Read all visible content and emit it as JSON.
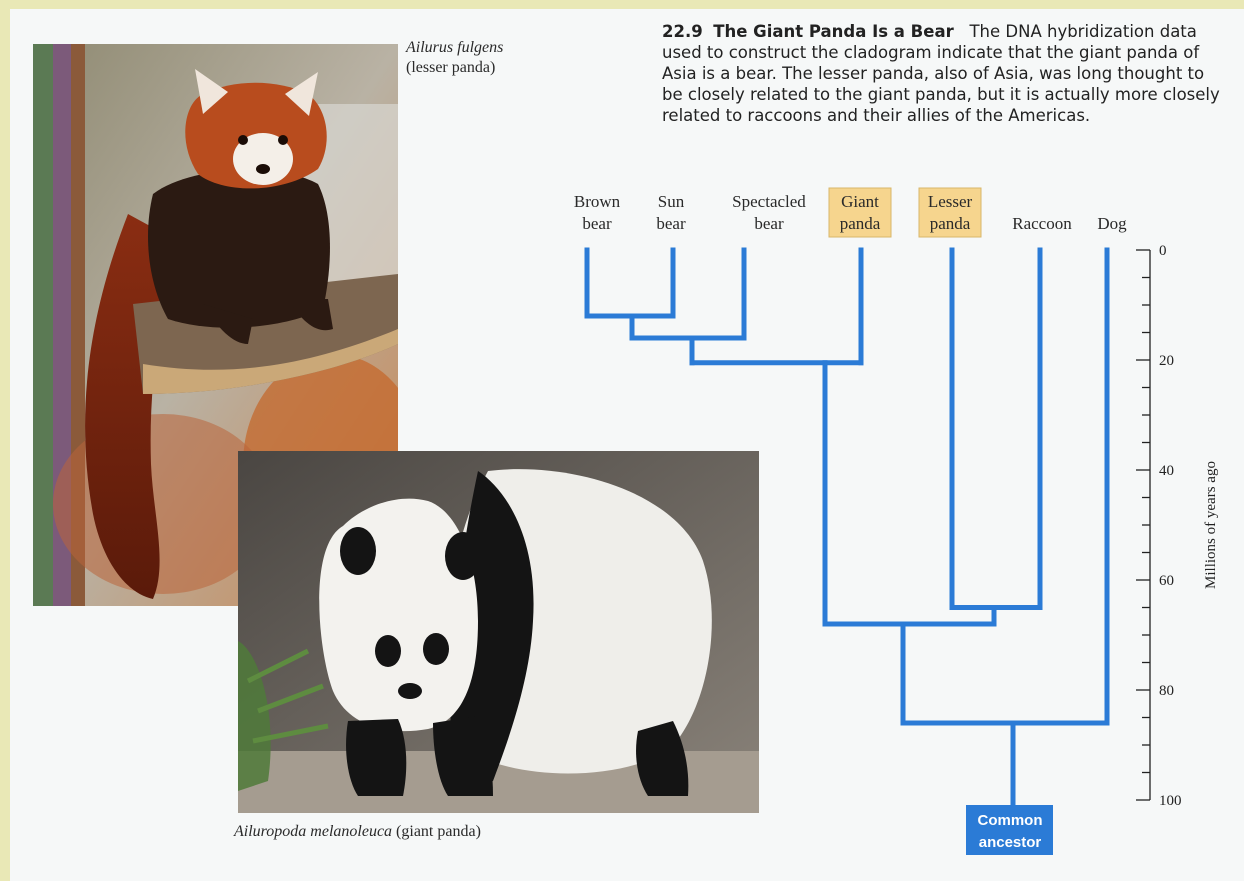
{
  "legend": {
    "fig_number": "22.9",
    "title": "The Giant Panda Is a Bear",
    "body": "The DNA hybridization data used to construct the cladogram indicate that the giant panda of Asia is a bear. The lesser panda, also of Asia, was long thought to be closely related to the giant panda, but it is actually more closely related to raccoons and their allies of the Americas."
  },
  "captions": {
    "lesser": {
      "scientific": "Ailurus fulgens",
      "common": "(lesser panda)"
    },
    "giant": {
      "scientific": "Ailuropoda melanoleuca",
      "common": "(giant panda)"
    }
  },
  "cladogram": {
    "taxa": [
      {
        "line1": "Brown",
        "line2": "bear",
        "highlight": false
      },
      {
        "line1": "Sun",
        "line2": "bear",
        "highlight": false
      },
      {
        "line1": "Spectacled",
        "line2": "bear",
        "highlight": false
      },
      {
        "line1": "Giant",
        "line2": "panda",
        "highlight": true
      },
      {
        "line1": "Lesser",
        "line2": "panda",
        "highlight": true
      },
      {
        "line1": "",
        "line2": "Raccoon",
        "highlight": false
      },
      {
        "line1": "",
        "line2": "Dog",
        "highlight": false
      }
    ],
    "nodes_mya": {
      "brown_sun": 12,
      "plus_spectacled": 16,
      "plus_giant_panda": 20.5,
      "lesser_raccoon": 65,
      "bears_procyonids": 68,
      "plus_dog": 86,
      "root": 100
    },
    "root_label": [
      "Common",
      "ancestor"
    ],
    "axis": {
      "title": "Millions of years ago",
      "ticks": [
        "0",
        "20",
        "40",
        "60",
        "80",
        "100"
      ],
      "range": [
        0,
        100
      ]
    },
    "colors": {
      "branch": "#2b7bd6",
      "highlight_fill": "#f6d58e",
      "root_fill": "#2b7bd6"
    }
  }
}
